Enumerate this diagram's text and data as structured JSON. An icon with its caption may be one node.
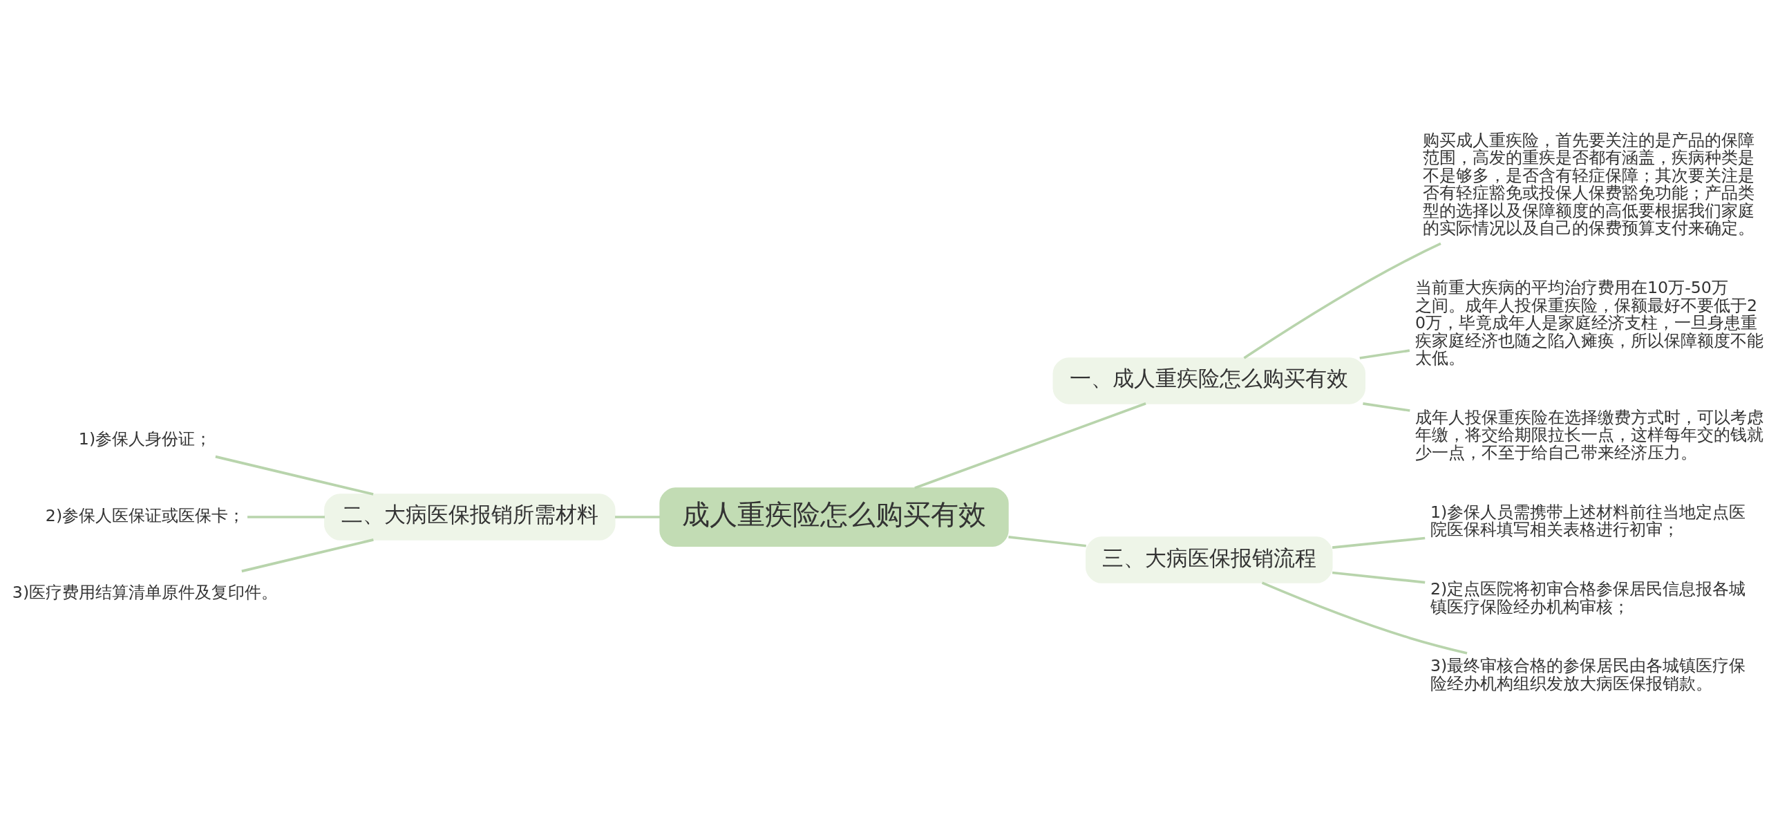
{
  "diagram": {
    "nodes": [
      {
        "text": [
          "成人重疾险怎么购买有效"
        ]
      },
      {
        "text": [
          "一、成人重疾险怎么购买有效"
        ]
      },
      {
        "text": [
          "购买成人重疾险，首先要关注的是产品的保障范围，高发的重疾是否都有涵盖，疾病种类是不是够多，是否含有轻症保障；其次要关注是否有轻症豁免或投保人保费豁免功能；产品类型的选择以及保障额度的高低要根据我们家庭的实际情况以及自己的保费预算支付来确定。"
        ]
      },
      {
        "text": [
          "当前重大疾病的平均治疗费用在10万-50万之间。成年人投保重疾险，保额最好不要低于20万，毕竟成年人是家庭经济支柱，一旦身患重疾家庭经济也随之陷入瘫痪，所以保障额度不能太低。"
        ]
      },
      {
        "text": [
          "成年人投保重疾险在选择缴费方式时，可以考虑年缴，将交给期限拉长一点，这样每年交的钱就少一点，不至于给自己带来经济压力。"
        ]
      },
      {
        "text": [
          "三、大病医保报销流程"
        ]
      },
      {
        "text": [
          "1)参保人员需携带上述材料前往当地定点医院医保科填写相关表格进行初审；"
        ]
      },
      {
        "text": [
          "2)定点医院将初审合格参保居民信息报各城镇医疗保险经办机构审核；"
        ]
      },
      {
        "text": [
          "3)最终审核合格的参保居民由各城镇医疗保险经办机构组织发放大病医保报销款。"
        ]
      },
      {
        "text": [
          "二、大病医保报销所需材料"
        ]
      },
      {
        "text": [
          "1)参保人身份证；"
        ]
      },
      {
        "text": [
          "2)参保人医保证或医保卡；"
        ]
      },
      {
        "text": [
          "3)医疗费用结算清单原件及复印件。"
        ]
      }
    ],
    "edges": [
      {
        "from": 0,
        "to": 1,
        "arrow": "none"
      },
      {
        "from": 1,
        "to": 2,
        "arrow": "none"
      },
      {
        "from": 1,
        "to": 3,
        "arrow": "none"
      },
      {
        "from": 1,
        "to": 4,
        "arrow": "none"
      },
      {
        "from": 0,
        "to": 5,
        "arrow": "none"
      },
      {
        "from": 5,
        "to": 6,
        "arrow": "none"
      },
      {
        "from": 5,
        "to": 7,
        "arrow": "none"
      },
      {
        "from": 5,
        "to": 8,
        "arrow": "none"
      },
      {
        "from": 0,
        "to": 9,
        "arrow": "none"
      },
      {
        "from": 9,
        "to": 10,
        "arrow": "none"
      },
      {
        "from": 9,
        "to": 11,
        "arrow": "none"
      },
      {
        "from": 9,
        "to": 12,
        "arrow": "none"
      }
    ]
  }
}
